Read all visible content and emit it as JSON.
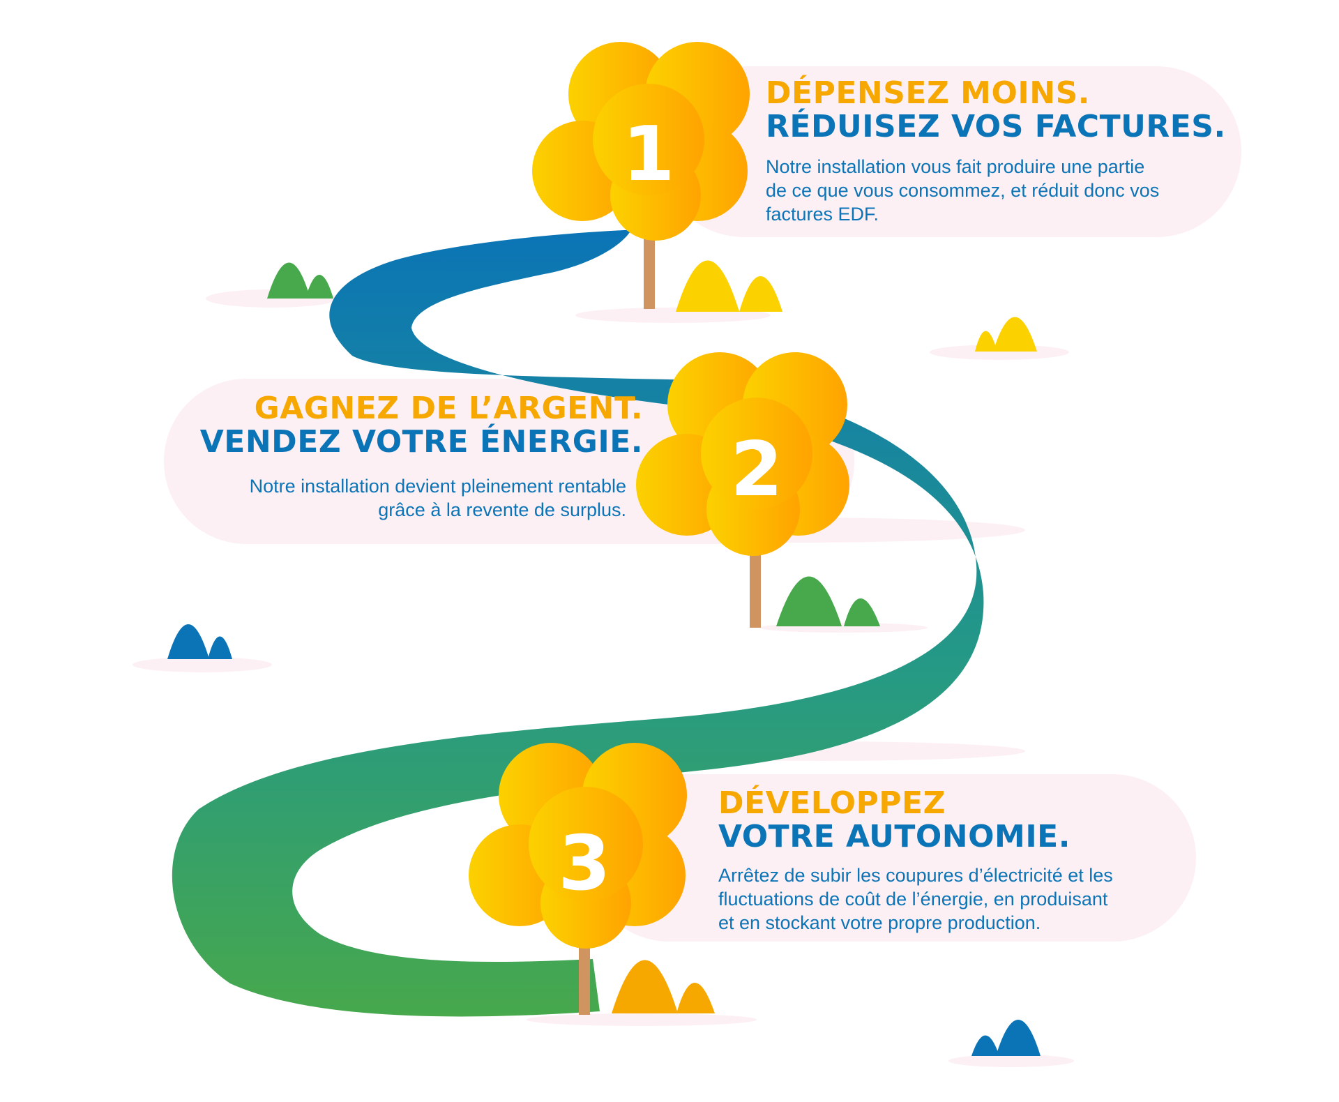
{
  "steps": [
    {
      "number": "1",
      "title_accent": "DÉPENSEZ MOINS.",
      "title_main": "RÉDUISEZ VOS FACTURES.",
      "description_lines": [
        "Notre installation vous fait produire une partie",
        "de ce que vous consommez, et réduit donc vos",
        "factures EDF."
      ]
    },
    {
      "number": "2",
      "title_accent": "GAGNEZ DE L’ARGENT.",
      "title_main": "VENDEZ VOTRE ÉNERGIE.",
      "description_lines": [
        "Notre installation devient pleinement rentable",
        "grâce à la revente de surplus."
      ]
    },
    {
      "number": "3",
      "title_accent": "DÉVELOPPEZ",
      "title_main": "VOTRE AUTONOMIE.",
      "description_lines": [
        "Arrêtez de subir les coupures d’électricité et les",
        "fluctuations de coût de l’énergie, en produisant",
        "et en stockant votre propre production."
      ]
    }
  ],
  "colors": {
    "accent": "#f6a800",
    "main": "#0b74b6",
    "bubble": "#fdf0f5",
    "river_top": "#0b74b6",
    "river_bottom": "#47a84c",
    "tree_yellow": "#fcd100",
    "tree_orange": "#ffa300",
    "trunk": "#cf9460",
    "hill_green": "#47a84c",
    "hill_yellow": "#fcd100",
    "hill_blue": "#0b74b6",
    "hill_orange": "#f6a800"
  },
  "icons": [
    "tree-icon",
    "hill-icon",
    "river-path"
  ]
}
